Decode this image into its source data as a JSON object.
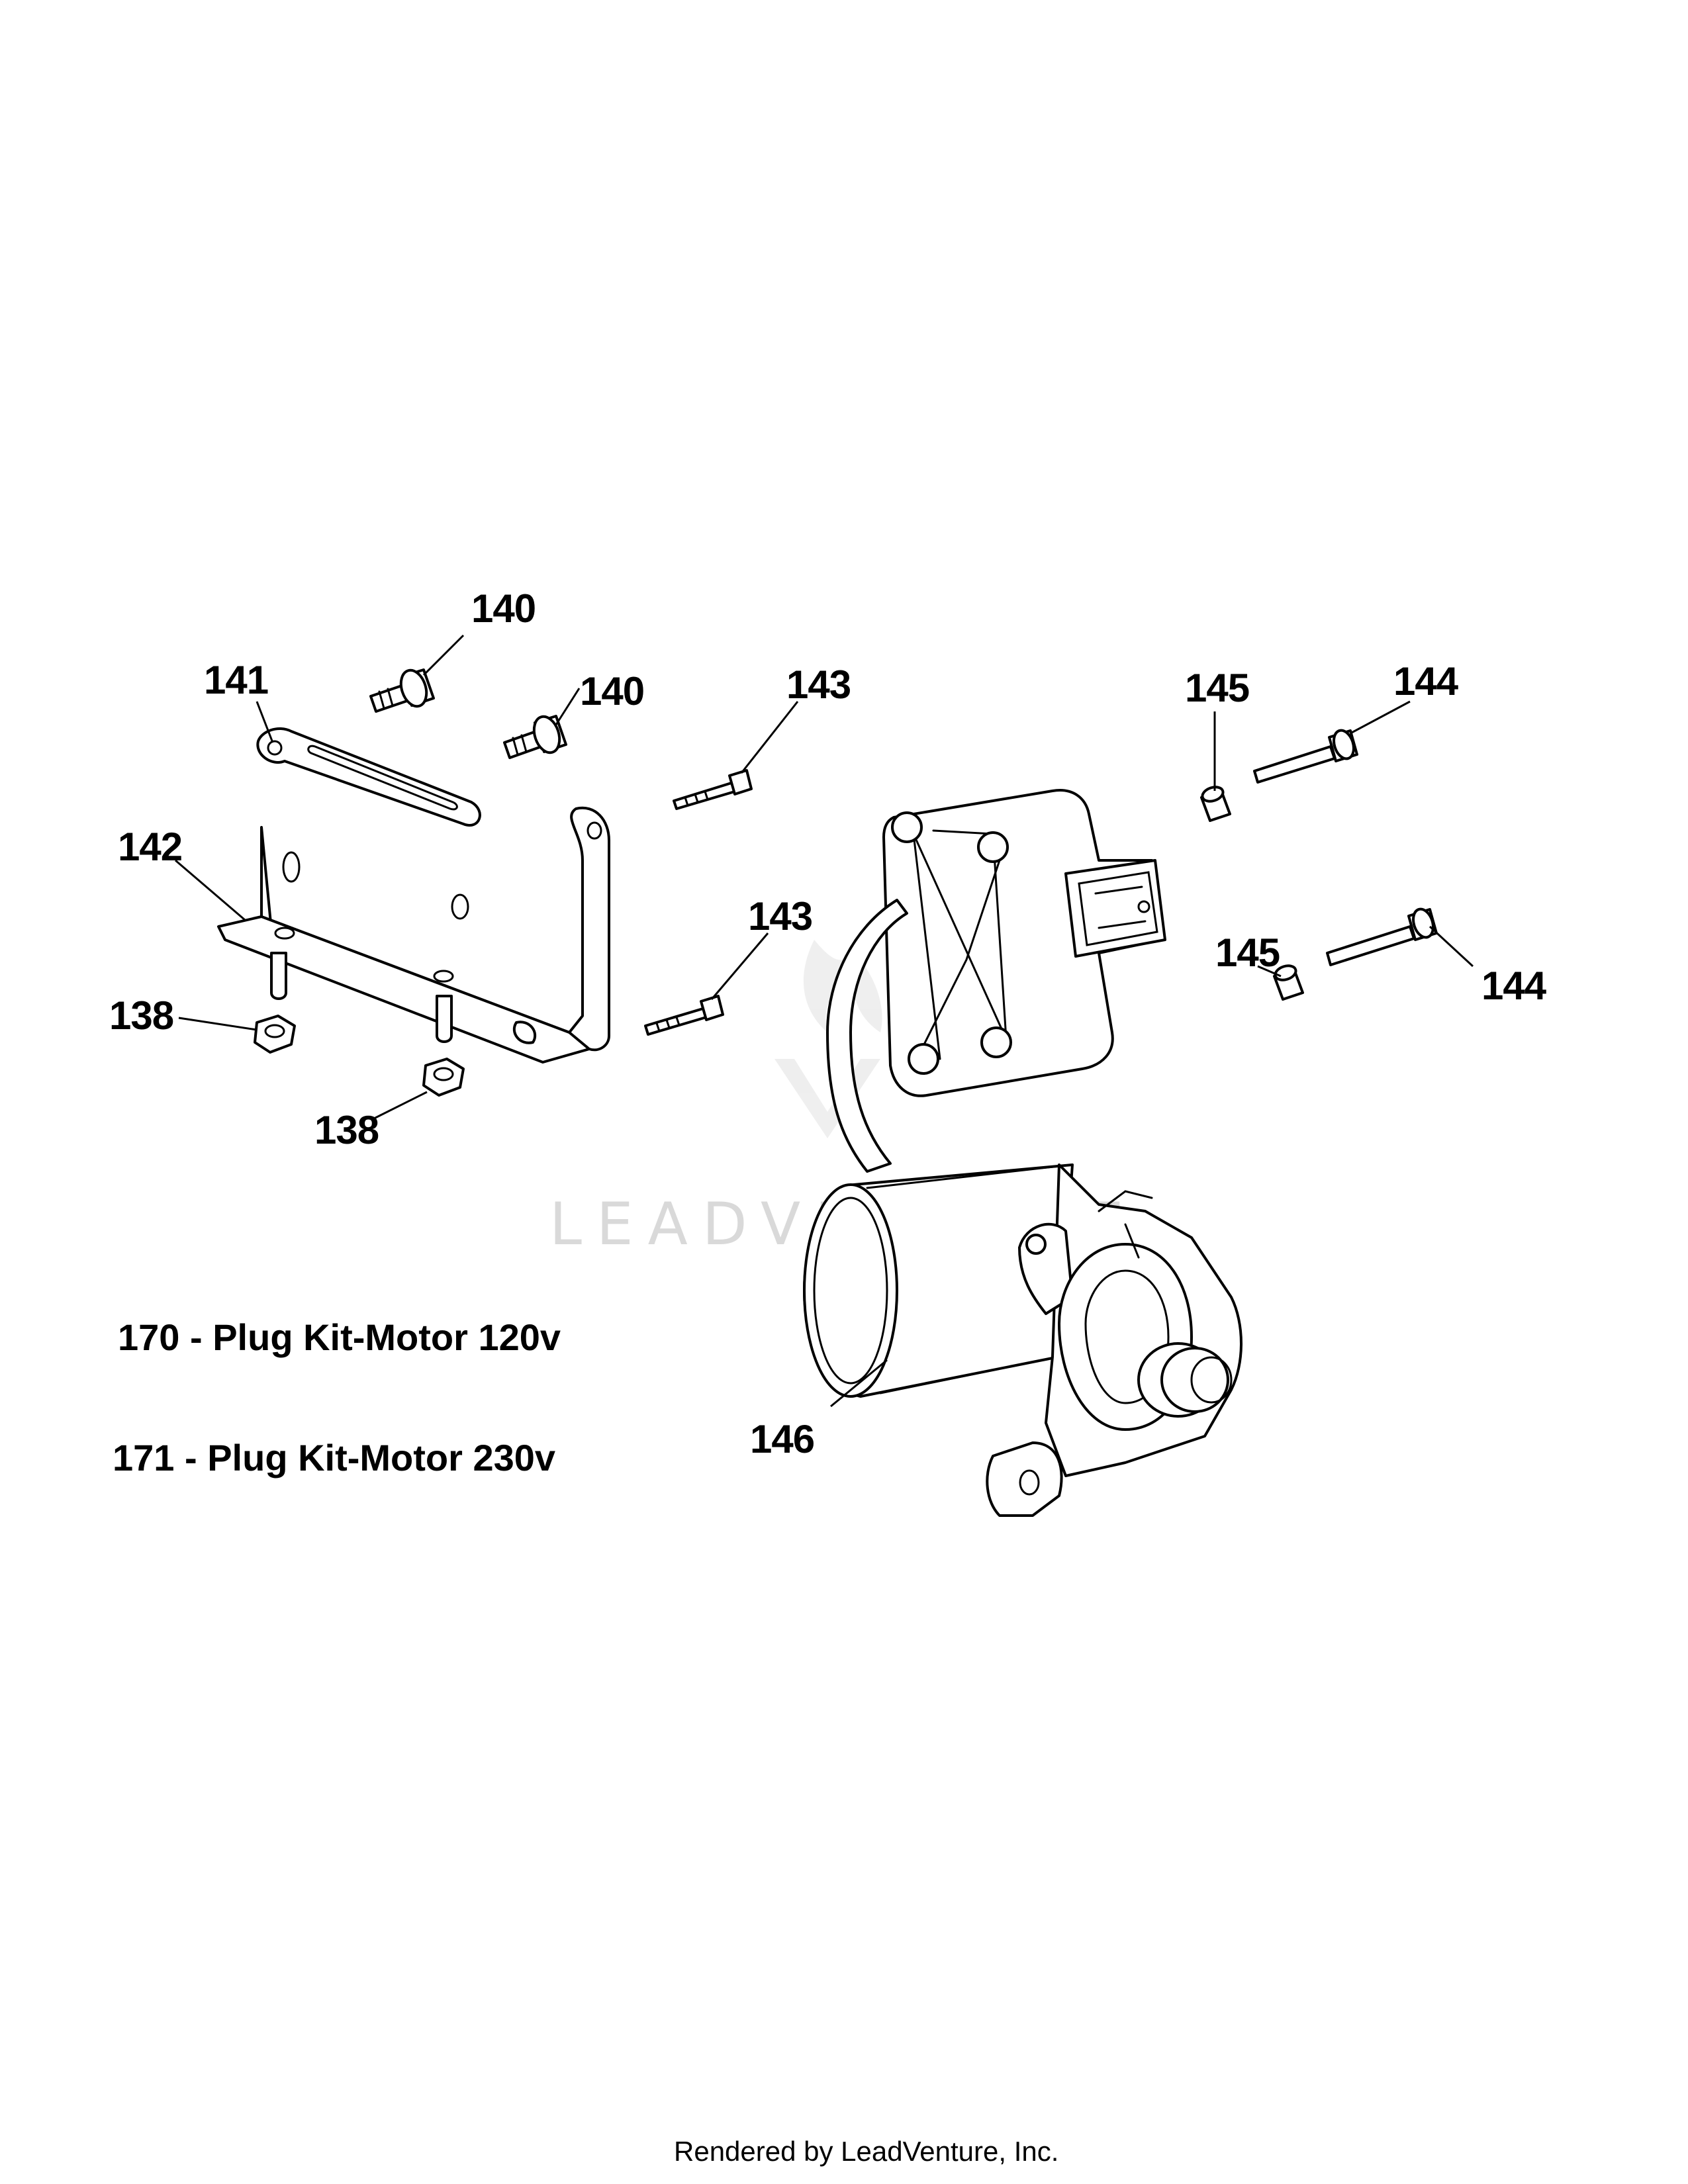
{
  "callouts": {
    "c140a": "140",
    "c140b": "140",
    "c141": "141",
    "c142": "142",
    "c143a": "143",
    "c143b": "143",
    "c144a": "144",
    "c144b": "144",
    "c145a": "145",
    "c145b": "145",
    "c138a": "138",
    "c138b": "138",
    "c146": "146"
  },
  "kits": [
    "170 - Plug Kit-Motor 120v",
    "171 - Plug Kit-Motor 230v"
  ],
  "watermark": "LEADVENTURE",
  "footer": "Rendered by LeadVenture, Inc.",
  "colors": {
    "line": "#000000",
    "watermark": "#d9d9d9",
    "background": "#ffffff"
  }
}
